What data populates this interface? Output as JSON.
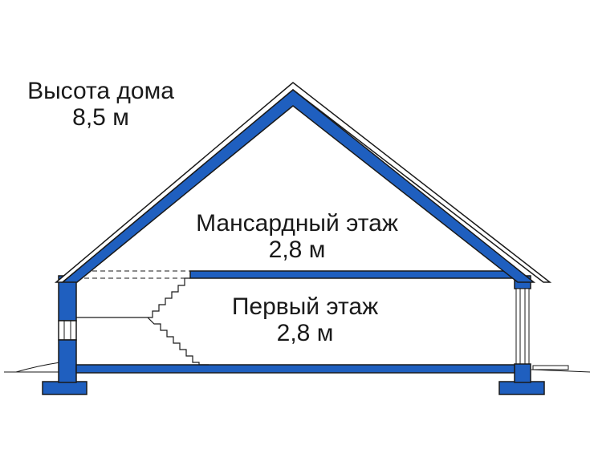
{
  "labels": {
    "house_height": {
      "title": "Высота дома",
      "value": "8,5 м"
    },
    "attic_floor": {
      "title": "Мансардный этаж",
      "value": "2,8 м"
    },
    "first_floor": {
      "title": "Первый этаж",
      "value": "2,8 м"
    }
  },
  "colors": {
    "wall_fill": "#1f5fbf",
    "outline": "#1a1a1a",
    "background": "#ffffff"
  }
}
